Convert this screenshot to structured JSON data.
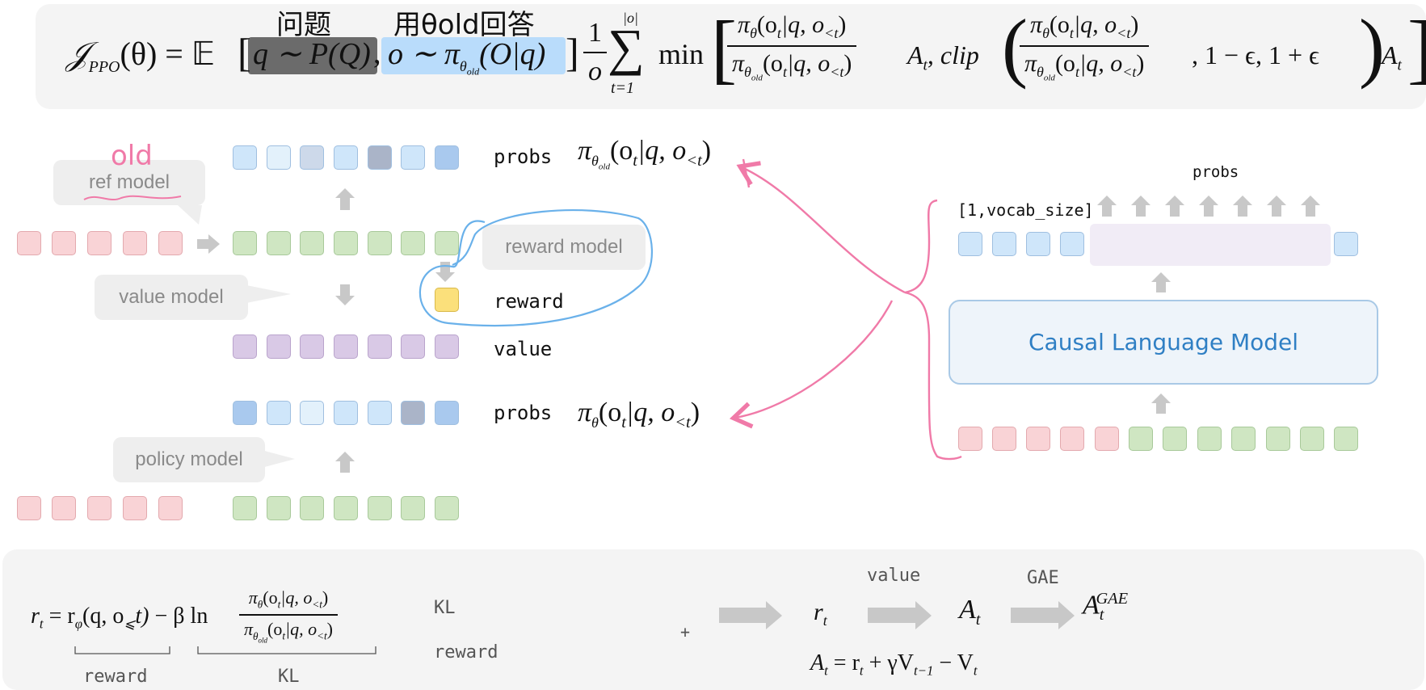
{
  "colors": {
    "pink": "#f9d3d6",
    "pink_border": "#e3a9ae",
    "green": "#cfe6c2",
    "green_border": "#a8c99a",
    "purple": "#d9c9e6",
    "purple_border": "#b9a3cc",
    "yellow": "#fbe07b",
    "yellow_border": "#d9b94a",
    "blue_light": "#cfe6fa",
    "blue_lighter": "#e3f1fb",
    "blue_mid": "#a9c9ee",
    "slate": "#aab4c8",
    "slate_light": "#cdd9ea",
    "cyan": "#55c5f0",
    "annotation_pink": "#f07aa8",
    "annotation_blue": "#6ab1ea",
    "arrow_grey": "#c8c8c8",
    "clm_text": "#2f7fc4"
  },
  "top_formula": {
    "lhs": "𝒥",
    "lhs_sub": "PPO",
    "theta": "(θ) = 𝔼",
    "q_sample": "q ∼ P(Q)",
    "o_sample": "o ∼ π",
    "o_sample_sub": "θ",
    "o_sample_subsub": "old",
    "o_sample_tail": "(O|q)",
    "frac_one_num": "1",
    "frac_one_den": "o",
    "sum_top": "|o|",
    "sum_sym": "∑",
    "sum_bottom": "t=1",
    "min": "min",
    "ratio_num": "π",
    "ratio_num_sub": "θ",
    "ratio_num_tail": "(o",
    "ratio_num_t": "t",
    "ratio_num_rest": "|q, o",
    "ratio_num_lt": "<t",
    "close_paren": ")",
    "ratio_den": "π",
    "ratio_den_sub": "θ",
    "ratio_den_subsub": "old",
    "A_t": "A",
    "A_t_sub": "t",
    "clip": ", clip",
    "clip_tail": ", 1 − ϵ, 1 + ϵ",
    "A_t_end": "A",
    "A_t_end_sub": "t",
    "note_question": "问题",
    "note_answer": "用θold回答"
  },
  "middle": {
    "ref_model": "ref model",
    "ref_annotation": "old",
    "value_model": "value model",
    "reward_model": "reward model",
    "policy_model": "policy model",
    "probs_label_top": "probs",
    "probs_label_bottom": "probs",
    "reward_label": "reward",
    "value_label": "value",
    "pi_old": "π",
    "pi_old_sub": "θ",
    "pi_old_subsub": "old",
    "pi_tail": "(o",
    "pi_tail_t": "t",
    "pi_rest": "|q, o",
    "pi_lt": "<t",
    "pi_close": ")",
    "pi_theta": "π",
    "pi_theta_sub": "θ"
  },
  "right": {
    "probs": "probs",
    "vocab_size": "[1,vocab_size]",
    "clm": "Causal Language Model"
  },
  "bottom": {
    "r_t": "r",
    "r_t_sub": "t",
    "eq": " = r",
    "r_phi_sub": "φ",
    "r_phi_args": "(q, o",
    "r_phi_le": "⩽",
    "r_phi_tail": "t)",
    "minus_beta": " − β ln",
    "brace_reward": "reward",
    "brace_kl": "KL",
    "kl_label": "KL",
    "reward_label": "reward",
    "plus": "+",
    "r_t2": "r",
    "r_t2_sub": "t",
    "value_over": "value",
    "gae_over": "GAE",
    "A_t": "A",
    "A_t_sub": "t",
    "A_gae": "A",
    "A_gae_sub": "t",
    "A_gae_sup": "GAE",
    "formula": "A",
    "formula_sub": "t",
    "formula_rest": " = r",
    "formula_r_sub": "t",
    "formula_gamma": " + γV",
    "formula_v_sub": "t−1",
    "formula_minus": " − V",
    "formula_vt_sub": "t"
  }
}
